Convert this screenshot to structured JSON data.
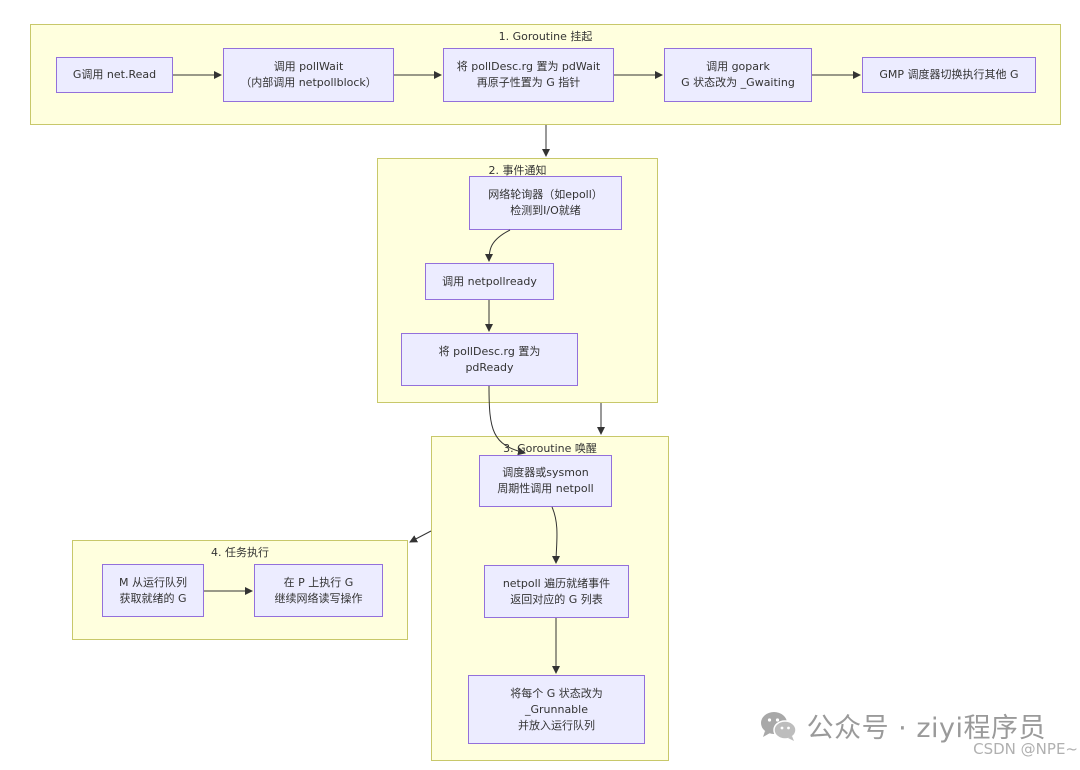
{
  "clusters": {
    "suspend": {
      "title": "1. Goroutine 挂起"
    },
    "notify": {
      "title": "2. 事件通知"
    },
    "wakeup": {
      "title": "3. Goroutine 唤醒"
    },
    "execute": {
      "title": "4. 任务执行"
    }
  },
  "nodes": {
    "g_read": [
      "G调用 net.Read"
    ],
    "poll_wait": [
      "调用 pollWait",
      "（内部调用 netpollblock）"
    ],
    "set_pdwait": [
      "将 pollDesc.rg 置为 pdWait",
      "再原子性置为 G 指针"
    ],
    "gopark": [
      "调用 gopark",
      "G 状态改为 _Gwaiting"
    ],
    "gmp_switch": [
      "GMP 调度器切换执行其他 G"
    ],
    "poller_detect": [
      "网络轮询器（如epoll）",
      "检测到I/O就绪"
    ],
    "netpollready": [
      "调用 netpollready"
    ],
    "set_pdready": [
      "将 pollDesc.rg 置为",
      "pdReady"
    ],
    "scheduler_poll": [
      "调度器或sysmon",
      "周期性调用 netpoll"
    ],
    "netpoll_iterate": [
      "netpoll 遍历就绪事件",
      "返回对应的 G 列表"
    ],
    "set_runnable": [
      "将每个 G 状态改为",
      "_Grunnable",
      "并放入运行队列"
    ],
    "m_fetch": [
      "M 从运行队列",
      "获取就绪的 G"
    ],
    "run_on_p": [
      "在 P 上执行 G",
      "继续网络读写操作"
    ]
  },
  "watermark": {
    "icon": "wechat-icon",
    "text": "公众号 · ziyi程序员",
    "source": "CSDN @NPE~"
  }
}
